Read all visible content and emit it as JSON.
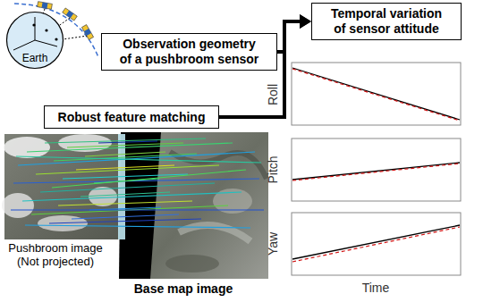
{
  "diagram": {
    "nodes": [
      {
        "text": [
          "Earth"
        ]
      },
      {
        "text": [
          "Observation geometry of a pushbroom sensor"
        ]
      },
      {
        "text": [
          "Temporal variation of sensor attitude"
        ]
      },
      {
        "text": [
          "Robust feature matching"
        ]
      }
    ],
    "edges": [
      {
        "from": 1,
        "to": 2,
        "arrow": "to"
      },
      {
        "from": 3,
        "to": 2,
        "arrow": "to"
      }
    ],
    "labels": [
      "Roll",
      "Pitch",
      "Yaw",
      "Time",
      "Pushbroom image (Not projected)",
      "Base map image"
    ]
  }
}
